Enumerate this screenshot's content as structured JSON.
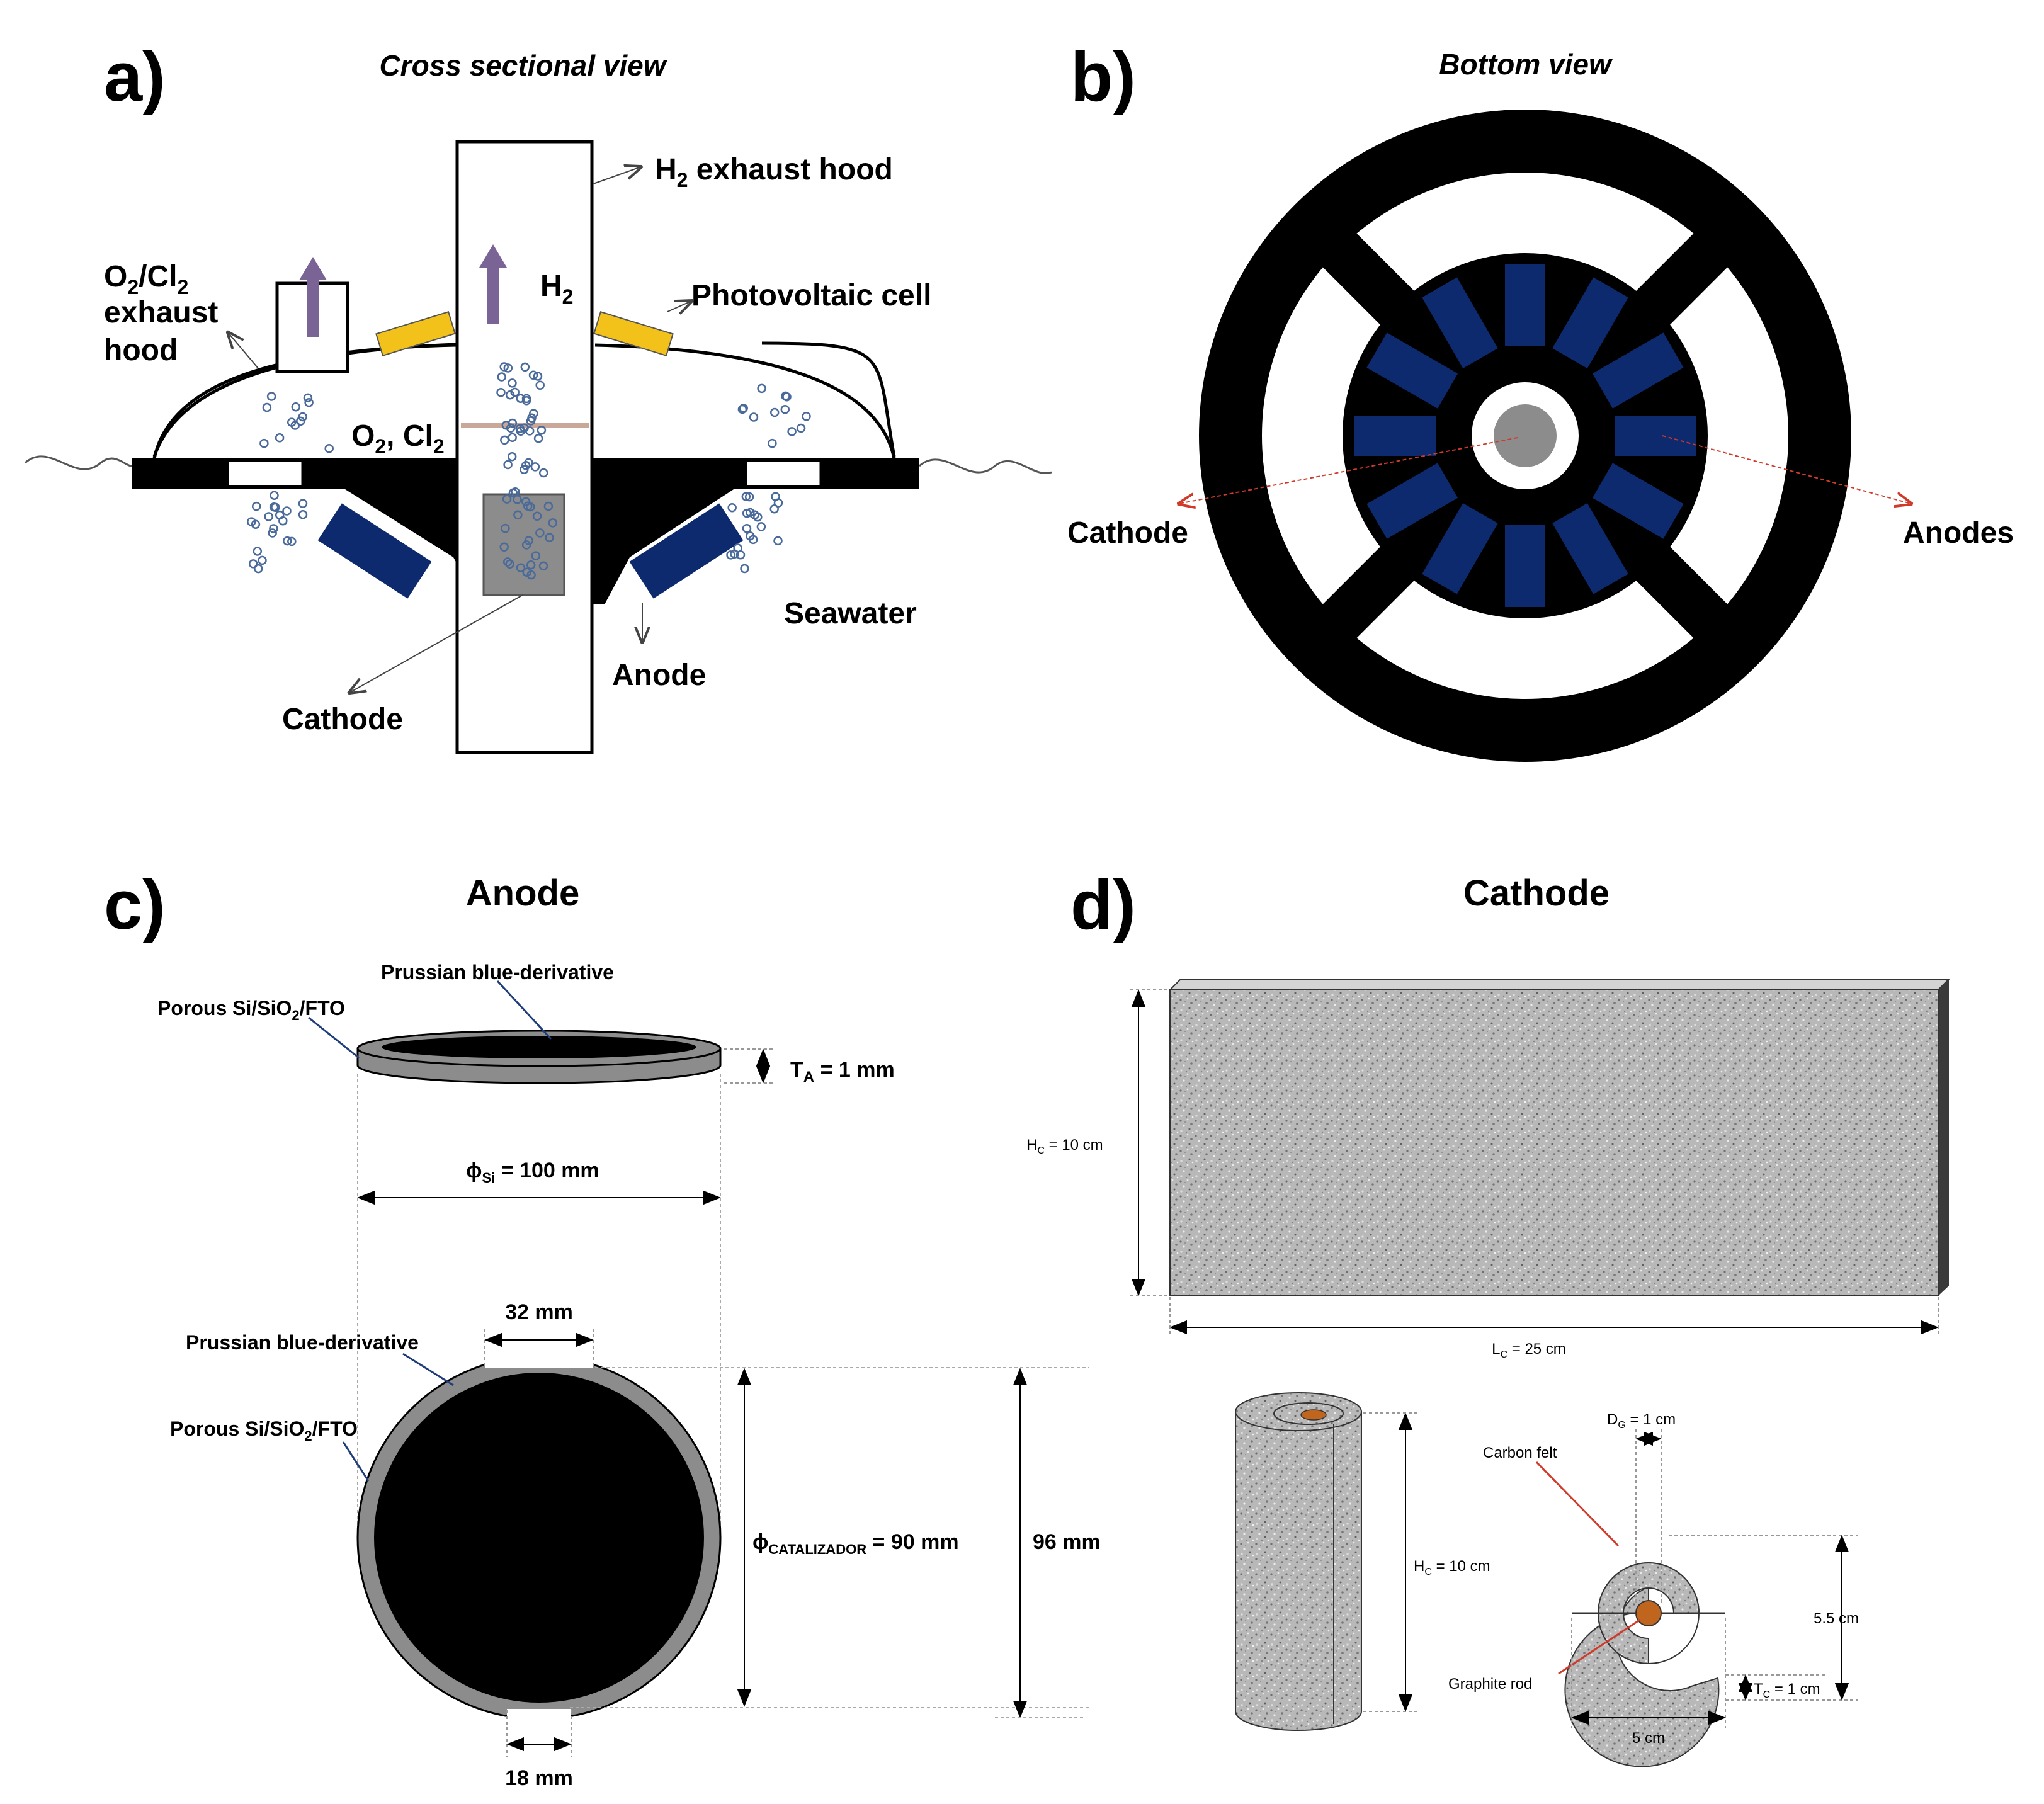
{
  "panel_a": {
    "label": "a)",
    "title": "Cross sectional view",
    "h2_exhaust_hood": "H",
    "h2_exhaust_hood_sub": "2",
    "h2_exhaust_hood_rest": " exhaust hood",
    "h2_gas": "H",
    "h2_gas_sub": "2",
    "photovoltaic_cell": "Photovoltaic cell",
    "o2cl2_hood_line1_a": "O",
    "o2cl2_hood_line1_b": "2",
    "o2cl2_hood_line1_c": "/Cl",
    "o2cl2_hood_line1_d": "2",
    "o2cl2_hood_line2": "exhaust",
    "o2cl2_hood_line3": "hood",
    "o2cl2_gas_a": "O",
    "o2cl2_gas_b": "2",
    "o2cl2_gas_c": ", Cl",
    "o2cl2_gas_d": "2",
    "seawater": "Seawater",
    "anode": "Anode",
    "cathode": "Cathode"
  },
  "panel_b": {
    "label": "b)",
    "title": "Bottom view",
    "cathode": "Cathode",
    "anodes": "Anodes"
  },
  "panel_c": {
    "label": "c)",
    "title": "Anode",
    "porous_top_a": "Porous Si/SiO",
    "porous_top_b": "2",
    "porous_top_c": "/FTO",
    "prussian_top": "Prussian blue-derivative",
    "ta_a": "T",
    "ta_b": "A",
    "ta_c": " = 1 mm",
    "phi_si_a": "ϕ",
    "phi_si_b": "Si",
    "phi_si_c": " = 100 mm",
    "dim_32": "32 mm",
    "prussian_bottom": "Prussian blue-derivative",
    "porous_bottom_a": "Porous Si/SiO",
    "porous_bottom_b": "2",
    "porous_bottom_c": "/FTO",
    "phi_cat_a": "ϕ",
    "phi_cat_b": "CATALIZADOR",
    "phi_cat_c": " = 90 mm",
    "dim_96": "96 mm",
    "dim_18": "18 mm"
  },
  "panel_d": {
    "label": "d)",
    "title": "Cathode",
    "hc_top_a": "H",
    "hc_top_b": "C",
    "hc_top_c": " = 10 cm",
    "lc_a": "L",
    "lc_b": "C",
    "lc_c": " = 25 cm",
    "hc_roll_a": "H",
    "hc_roll_b": "C",
    "hc_roll_c": " = 10 cm",
    "dg_a": "D",
    "dg_b": "G",
    "dg_c": " = 1 cm",
    "carbon_felt": "Carbon felt",
    "graphite_rod": "Graphite rod",
    "dim_55": "5.5 cm",
    "tc_a": "T",
    "tc_b": "C",
    "tc_c": " = 1 cm",
    "dim_5": "5 cm"
  },
  "colors": {
    "anode_blue": "#0d2a6e",
    "pv_yellow": "#f2c21b",
    "arrow_purple": "#7a6496",
    "cathode_gray": "#8c8c8c",
    "graphite_orange": "#c0651e",
    "leader_red": "#d03a2a",
    "leader_blue": "#1f3d7a",
    "bubble": "#4a6a9a"
  }
}
